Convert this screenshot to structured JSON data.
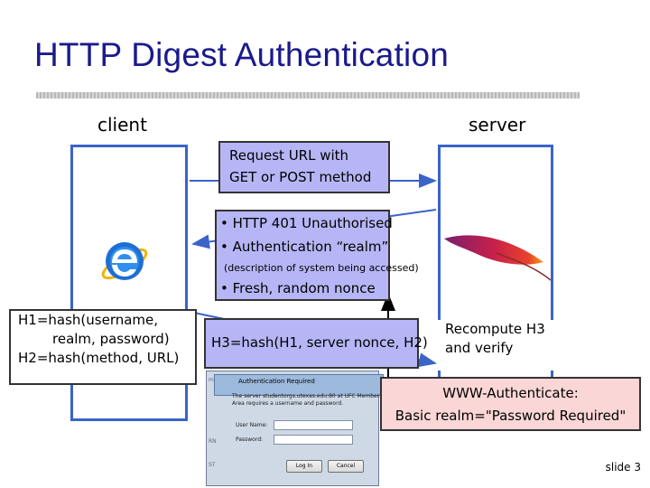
{
  "title": "HTTP Digest Authentication",
  "columns": {
    "client_label": "client",
    "server_label": "server"
  },
  "request": {
    "line1": "Request URL with",
    "line2": "GET or POST method"
  },
  "response": {
    "bullet1": "• HTTP 401 Unauthorised",
    "bullet2": "• Authentication “realm”",
    "note": "(description of system being accessed)",
    "bullet3": "• Fresh, random nonce"
  },
  "client_hashes": {
    "line1": "H1=hash(username,",
    "line2": "realm, password)",
    "line3": "H2=hash(method, URL)"
  },
  "h3": "H3=hash(H1, server nonce, H2)",
  "recompute": {
    "line1": "Recompute H3",
    "line2": "and verify"
  },
  "www_auth": {
    "line1": "WWW-Authenticate:",
    "line2": "Basic realm=\"Password Required\""
  },
  "dialog": {
    "title": "Authentication Required",
    "message": "The server studentorgs.utexas.edu:80 at UFC Members' Area requires a username and password.",
    "user_label": "User Name:",
    "pass_label": "Password:",
    "login_label": "Log In",
    "cancel_label": "Cancel"
  },
  "slide_number": "slide 3",
  "icons": {
    "client": "internet-explorer-logo",
    "server": "apache-feather-logo"
  },
  "colors": {
    "title": "#1a1a8c",
    "lifeline": "#3a64c8",
    "message_box": "#b6b6f6",
    "highlight_box": "#fad6d6"
  }
}
